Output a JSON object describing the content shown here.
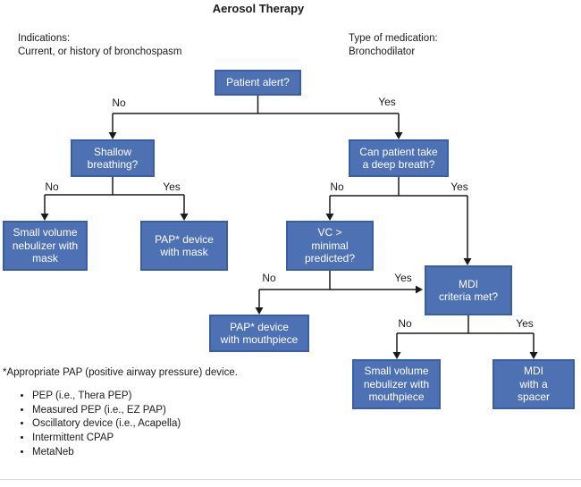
{
  "title": "Aerosol Therapy",
  "annotations": {
    "indications_label": "Indications:",
    "indications_value": "Current, or history of bronchospasm",
    "medication_label": "Type of medication:",
    "medication_value": "Bronchodilator"
  },
  "colors": {
    "node_fill": "#4e71b4",
    "node_border": "#3a5ea6",
    "node_text": "#ffffff",
    "connector": "#1a1a1a"
  },
  "nodes": {
    "patient_alert": "Patient alert?",
    "shallow_breathing": "Shallow\nbreathing?",
    "deep_breath": "Can patient take\na deep breath?",
    "svn_mask": "Small volume\nnebulizer with\nmask",
    "pap_mask": "PAP* device\nwith mask",
    "vc_minimal": "VC >\nminimal\npredicted?",
    "mdi_criteria": "MDI\ncriteria met?",
    "pap_mouthpiece": "PAP* device\nwith mouthpiece",
    "svn_mouthpiece": "Small volume\nnebulizer with\nmouthpiece",
    "mdi_spacer": "MDI\nwith a\nspacer"
  },
  "edge_labels": {
    "patient_alert_no": "No",
    "patient_alert_yes": "Yes",
    "shallow_no": "No",
    "shallow_yes": "Yes",
    "deep_no": "No",
    "deep_yes": "Yes",
    "vc_no": "No",
    "vc_yes": "Yes",
    "mdi_no": "No",
    "mdi_yes": "Yes"
  },
  "footnote": {
    "text": "*Appropriate PAP (positive airway pressure) device.",
    "bullets": [
      "PEP (i.e., Thera PEP)",
      "Measured PEP (i.e., EZ PAP)",
      "Oscillatory device (i.e., Acapella)",
      "Intermittent CPAP",
      "MetaNeb"
    ]
  }
}
